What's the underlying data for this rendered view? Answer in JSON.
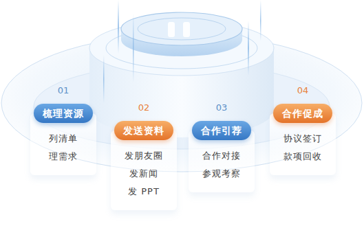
{
  "diagram": {
    "nodes": [
      {
        "text": [
          "梳理资源",
          "列清单",
          "理需求"
        ]
      },
      {
        "text": [
          "发送资料",
          "发朋友圈",
          "发新闻",
          "发 PPT"
        ]
      },
      {
        "text": [
          "合作引荐",
          "合作对接",
          "参观考察"
        ]
      },
      {
        "text": [
          "合作促成",
          "协议签订",
          "款项回收"
        ]
      }
    ],
    "labels": [
      "01",
      "02",
      "03",
      "04"
    ]
  }
}
